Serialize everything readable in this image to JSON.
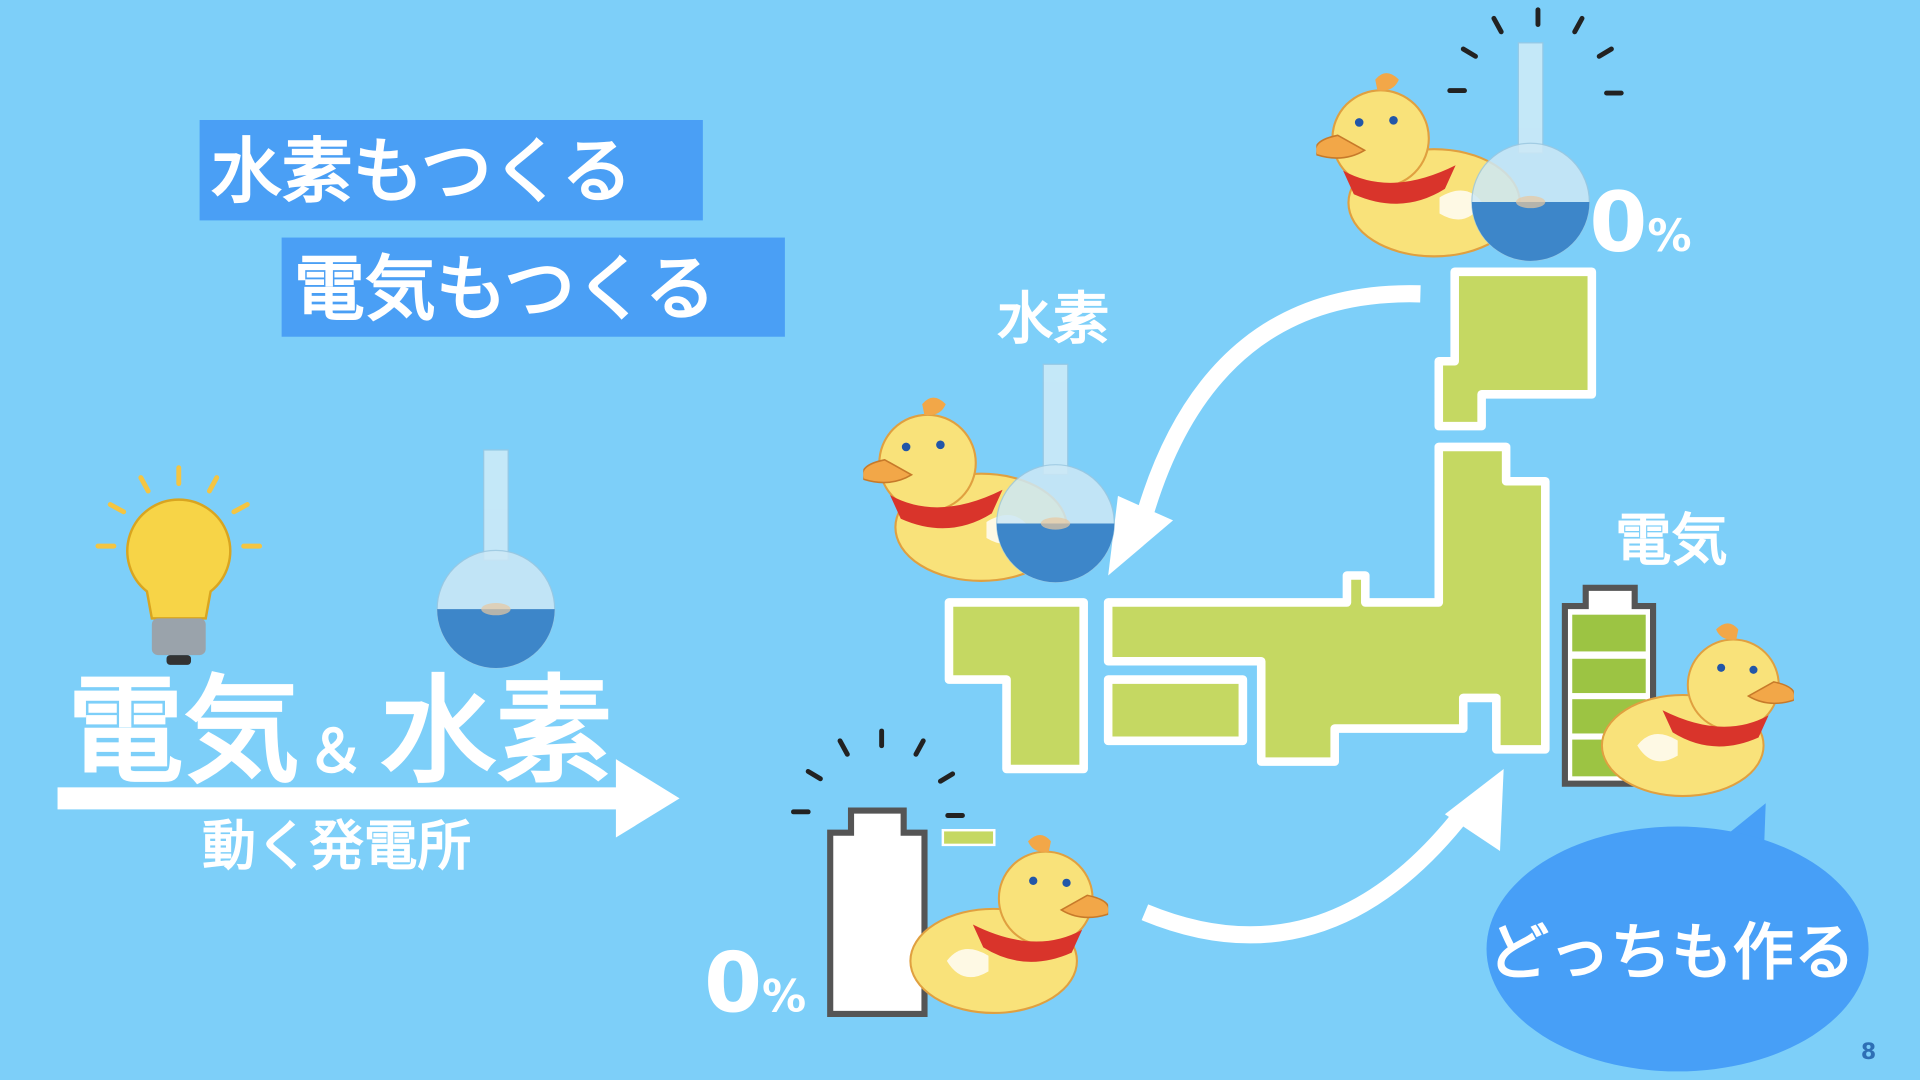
{
  "slide": {
    "label_hydrogen_make": "水素もつくる",
    "label_electricity_make": "電気もつくる",
    "main_title_a": "電気",
    "main_title_amp": "＆",
    "main_title_b": "水素",
    "subtitle": "動く発電所",
    "hydrogen_label": "水素",
    "electricity_label": "電気",
    "top_percent_num": "0",
    "top_percent_sign": "%",
    "bottom_percent_num": "0",
    "bottom_percent_sign": "%",
    "bubble_text": "どっちも作る",
    "page_number": "8"
  },
  "colors": {
    "background": "#7dcff9",
    "label_box": "#4a9ff5",
    "map_green": "#c5d862",
    "bubble": "#479ff7",
    "battery_green": "#9cc443",
    "page_number": "#2e6fb5"
  },
  "battery_levels": {
    "left": 0,
    "right": 1.0
  }
}
